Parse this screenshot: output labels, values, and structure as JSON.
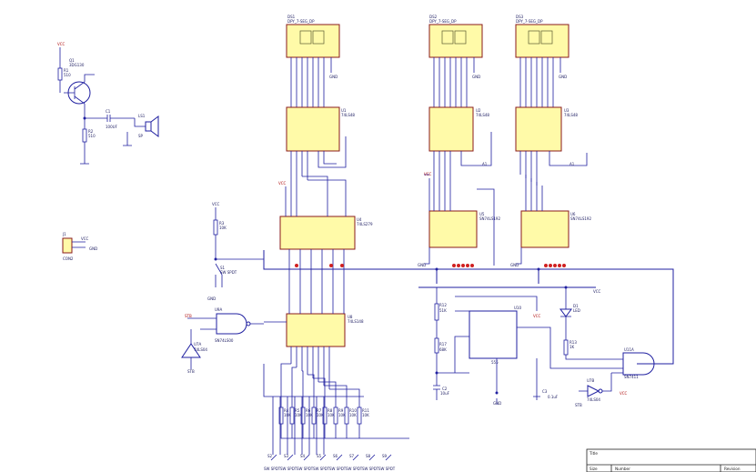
{
  "displays": [
    {
      "ref": "DS1",
      "part": "DPY_7-SEG_DP"
    },
    {
      "ref": "DS2",
      "part": "DPY_7-SEG_DP"
    },
    {
      "ref": "DS3",
      "part": "DPY_7-SEG_DP"
    }
  ],
  "decoders": [
    {
      "ref": "U1",
      "part": "74LS48"
    },
    {
      "ref": "U2",
      "part": "74LS48"
    },
    {
      "ref": "U3",
      "part": "74LS48"
    }
  ],
  "counters": [
    {
      "ref": "U5",
      "part": "SN74LS192"
    },
    {
      "ref": "U6",
      "part": "SN74LS192"
    }
  ],
  "latch": {
    "ref": "U4",
    "part": "74LS279"
  },
  "encoder": {
    "ref": "U8",
    "part": "74LS148"
  },
  "timer": {
    "ref": "U10",
    "part": "555"
  },
  "transistor": {
    "ref": "Q1",
    "part": "3DG130"
  },
  "speaker": {
    "ref": "LS1",
    "label": "SP"
  },
  "cap_c1": {
    "ref": "C1",
    "value": "100UF"
  },
  "gate_u9a": {
    "ref": "U9A",
    "part": "SN74LS00"
  },
  "gate_u7a": {
    "ref": "U7A",
    "part": "74LS04"
  },
  "gate_u7b": {
    "ref": "U7B",
    "part": "74LS04"
  },
  "gate_u11a": {
    "ref": "U11A",
    "part": "SN7411"
  },
  "led": {
    "ref": "D1",
    "label": "LED"
  },
  "connector": {
    "ref": "J1",
    "label": "CON2"
  },
  "labels": {
    "vcc": "VCC",
    "gnd": "GND",
    "stb": "STB",
    "a1": "A1",
    "r1": "R1",
    "r1v": "510",
    "r2": "R2",
    "r2v": "510",
    "r3": "R3",
    "r3v": "10K",
    "s1": "S1",
    "s1v": "SW SPDT",
    "r12": "R12",
    "r12v": "51K",
    "r17": "R17",
    "r17v": "68K",
    "c2": "C2",
    "c2v": "10uF",
    "c3": "C3",
    "c3v": "0.1uF",
    "r13": "R13",
    "r13v": "1K",
    "c1": "C1"
  },
  "resistor_bank": [
    {
      "ref": "R4",
      "value": "10K"
    },
    {
      "ref": "R5",
      "value": "10K"
    },
    {
      "ref": "R6",
      "value": "10K"
    },
    {
      "ref": "R7",
      "value": "10K"
    },
    {
      "ref": "R8",
      "value": "10K"
    },
    {
      "ref": "R9",
      "value": "10K"
    },
    {
      "ref": "R10",
      "value": "10K"
    },
    {
      "ref": "R11",
      "value": "10K"
    }
  ],
  "switch_bank": [
    {
      "ref": "S2",
      "value": "SW SPDT"
    },
    {
      "ref": "S3",
      "value": "SW SPDT"
    },
    {
      "ref": "S4",
      "value": "SW SPDT"
    },
    {
      "ref": "S5",
      "value": "SW SPDT"
    },
    {
      "ref": "S6",
      "value": "SW SPDT"
    },
    {
      "ref": "S7",
      "value": "SW SPDT"
    },
    {
      "ref": "S8",
      "value": "SW SPDT"
    },
    {
      "ref": "S9",
      "value": "SW SPDT"
    }
  ],
  "title_block": {
    "title": "Title",
    "size": "Size",
    "number": "Number",
    "revision": "Revision"
  }
}
